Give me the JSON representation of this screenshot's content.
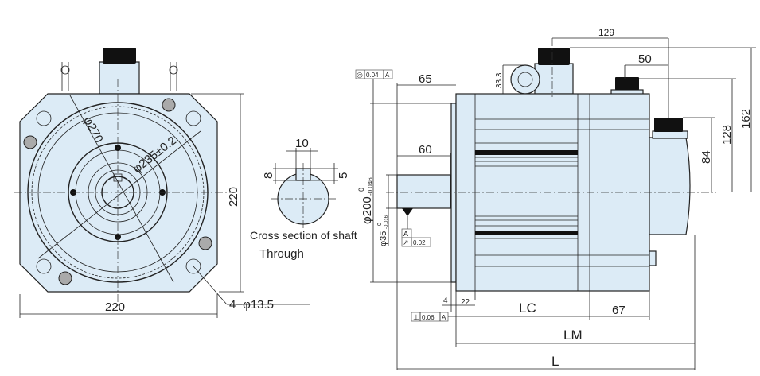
{
  "front_view": {
    "dim_width": "220",
    "dim_height": "220",
    "dim_pcd_outer": "φ270",
    "dim_pcd_bolt": "φ235±0.2",
    "dim_holes": "4−φ13.5"
  },
  "shaft_section": {
    "title": "Cross section of shaft",
    "key_width": "10",
    "key_depth_left": "8",
    "key_depth_right": "5",
    "note": "Through"
  },
  "side_view": {
    "dim_129": "129",
    "dim_50": "50",
    "dim_162": "162",
    "dim_128": "128",
    "dim_84": "84",
    "dim_65": "65",
    "dim_60": "60",
    "dim_33_3": "33.3",
    "dim_flange_dia": "φ200",
    "dim_flange_tol_upper": "0",
    "dim_flange_tol_lower": "-0.046",
    "dim_shaft_dia": "φ35",
    "dim_shaft_tol_upper": "0",
    "dim_shaft_tol_lower": "-0.016",
    "dim_4": "4",
    "dim_22": "22",
    "dim_LC": "LC",
    "dim_67": "67",
    "dim_LM": "LM",
    "dim_L": "L",
    "tol_concentricity": {
      "symbol": "◎",
      "value": "0.04",
      "datum": "A"
    },
    "tol_runout": {
      "symbol": "↗",
      "value": "0.02",
      "datum": "A"
    },
    "tol_perpendicular": {
      "symbol": "⊥",
      "value": "0.06",
      "datum": "A"
    }
  },
  "colors": {
    "body_fill": "#dcebf6",
    "line": "#222222"
  }
}
